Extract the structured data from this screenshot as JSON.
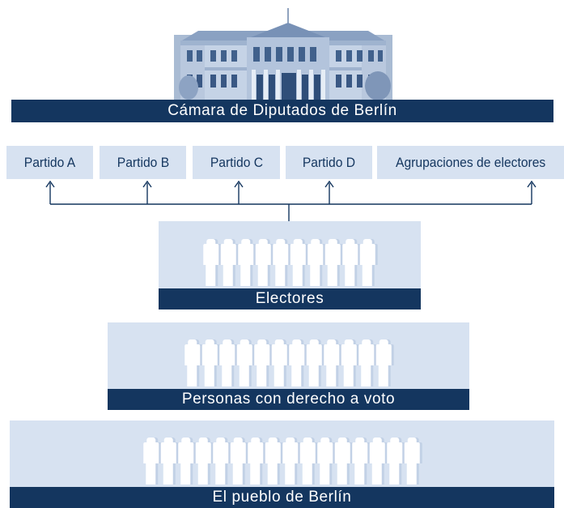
{
  "building": {
    "label": "Cámara de Diputados de Berlín"
  },
  "parties": [
    {
      "label": "Partido A"
    },
    {
      "label": "Partido B"
    },
    {
      "label": "Partido C"
    },
    {
      "label": "Partido D"
    },
    {
      "label": "Agrupaciones de electores"
    }
  ],
  "levels": {
    "electors": {
      "label": "Electores",
      "figures": 10
    },
    "voters": {
      "label": "Personas con derecho a voto",
      "figures": 12
    },
    "people": {
      "label": "El pueblo de Berlín",
      "figures": 16
    }
  },
  "colors": {
    "navy": "#14365f",
    "light_blue": "#d7e2f1",
    "white": "#ffffff"
  },
  "icons": {
    "person": "person-silhouette-icon",
    "arrow": "arrow-up-icon",
    "building": "parliament-building-icon"
  }
}
